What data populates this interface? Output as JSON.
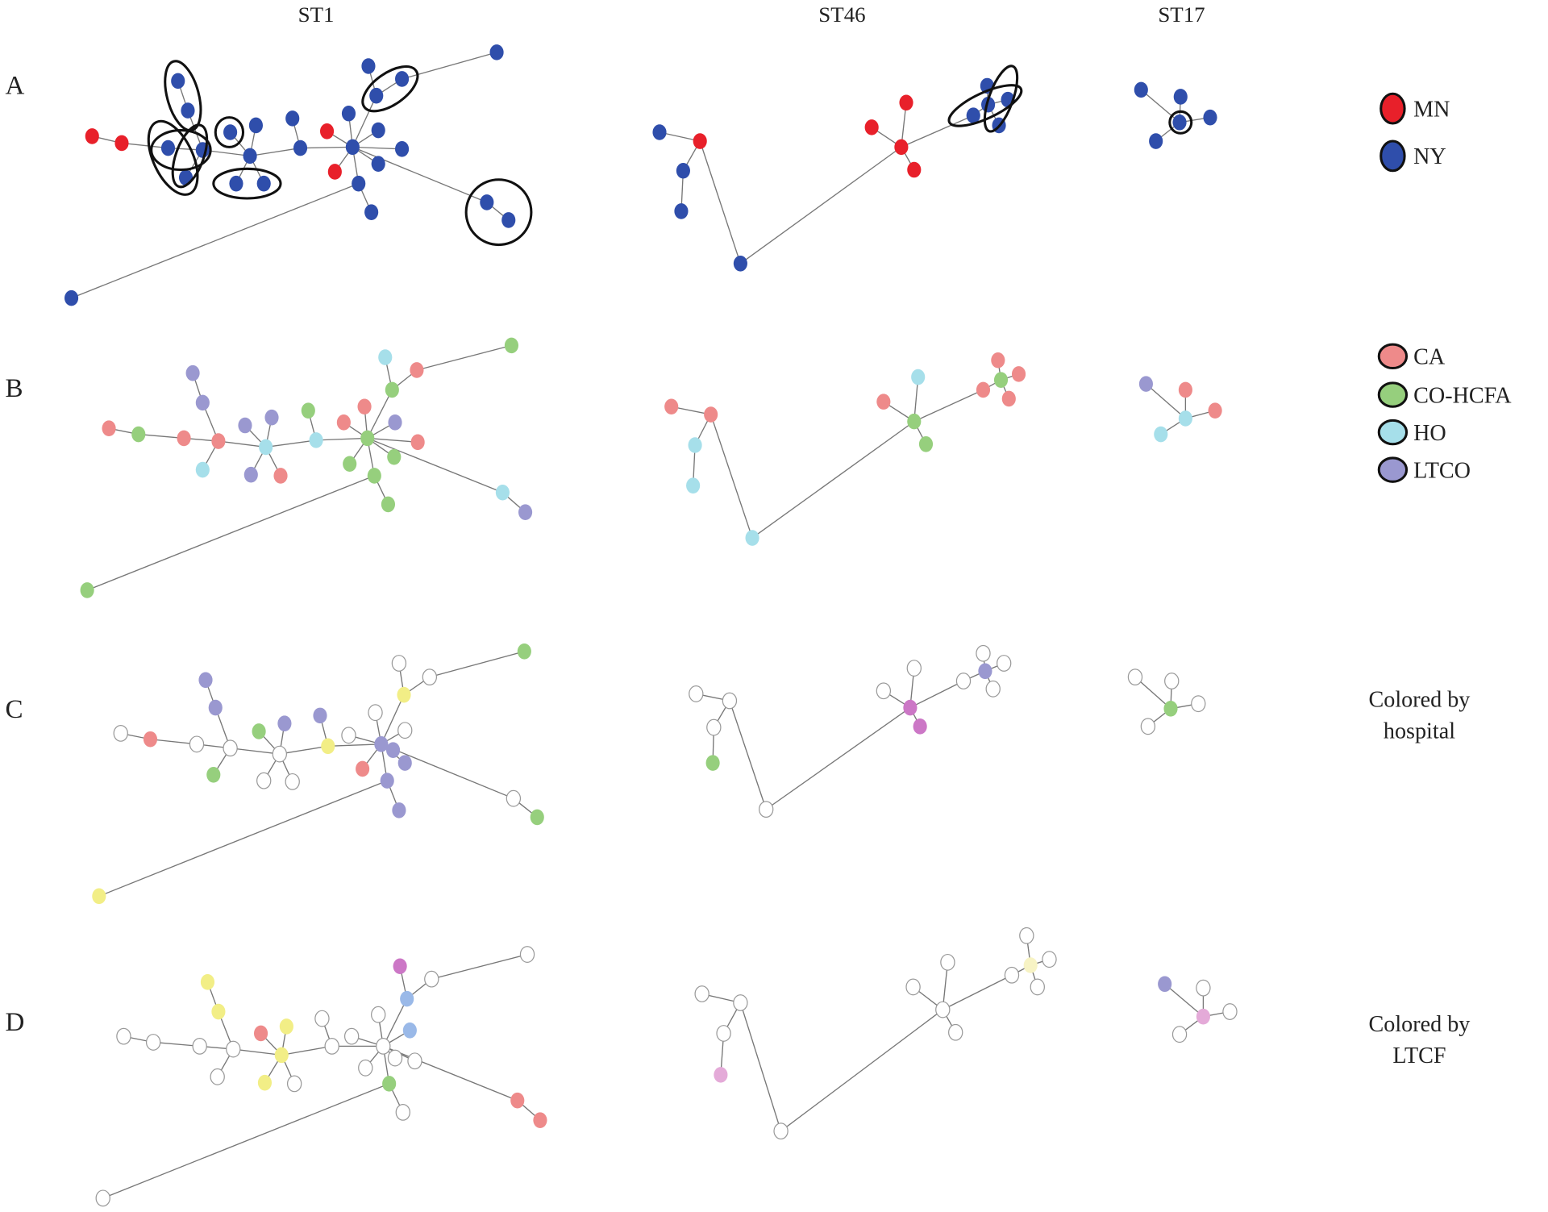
{
  "columns": [
    "ST1",
    "ST46",
    "ST17"
  ],
  "rows": [
    {
      "letter": "A",
      "caption": []
    },
    {
      "letter": "B",
      "caption": []
    },
    {
      "letter": "C",
      "caption": [
        "Colored by",
        "hospital"
      ]
    },
    {
      "letter": "D",
      "caption": [
        "Colored by",
        "LTCF"
      ]
    }
  ],
  "legends": [
    {
      "row": "A",
      "items": [
        {
          "label": "MN",
          "color": "#e8202a"
        },
        {
          "label": "NY",
          "color": "#2f4eab"
        }
      ]
    },
    {
      "row": "B",
      "items": [
        {
          "label": "CA",
          "color": "#ee8a8a"
        },
        {
          "label": "CO-HCFA",
          "color": "#96cf7d"
        },
        {
          "label": "HO",
          "color": "#a6dfea"
        },
        {
          "label": "LTCO",
          "color": "#9a98d0"
        }
      ]
    }
  ],
  "palette": {
    "blue": "#2f4eab",
    "red": "#e8202a",
    "ca": "#ee8a8a",
    "green": "#96cf7d",
    "ho": "#a6dfea",
    "ltco": "#9a98d0",
    "yellow": "#f2ee86",
    "magenta": "#cc77c6",
    "pink": "#e4aad8",
    "lightblue": "#9ab9e8",
    "paleyellow": "#f7f3c4",
    "white": "#ffffff"
  },
  "node_colors": {
    "ST1": {
      "A": [
        "blue",
        "blue",
        "blue",
        "blue",
        "blue",
        "blue",
        "blue",
        "blue",
        "blue",
        "blue",
        "blue",
        "blue",
        "red",
        "red",
        "blue",
        "blue",
        "blue",
        "blue",
        "blue",
        "blue",
        "blue",
        "blue",
        "blue",
        "blue",
        "blue",
        "blue",
        "red",
        "red",
        "blue",
        "blue"
      ],
      "B": [
        "green",
        "green",
        "green",
        "green",
        "green",
        "green",
        "ca",
        "ho",
        "ca",
        "ltco",
        "ca",
        "green",
        "green",
        "ca",
        "ho",
        "green",
        "ho",
        "ltco",
        "ltco",
        "ltco",
        "ca",
        "ca",
        "ca",
        "ho",
        "ltco",
        "ltco",
        "green",
        "ca",
        "ho",
        "ltco"
      ],
      "C": [
        "ltco",
        "yellow",
        "ltco",
        "ltco",
        "green",
        "yellow",
        "white",
        "white",
        "white",
        "white",
        "ltco",
        "ltco",
        "ca",
        "white",
        "yellow",
        "ltco",
        "white",
        "ltco",
        "green",
        "white",
        "white",
        "white",
        "white",
        "green",
        "ltco",
        "ltco",
        "ca",
        "white",
        "white",
        "green"
      ],
      "D": [
        "white",
        "white",
        "green",
        "white",
        "white",
        "lightblue",
        "white",
        "magenta",
        "white",
        "lightblue",
        "white",
        "white",
        "white",
        "white",
        "white",
        "white",
        "yellow",
        "yellow",
        "ca",
        "yellow",
        "white",
        "white",
        "white",
        "white",
        "yellow",
        "yellow",
        "white",
        "white",
        "ca",
        "ca"
      ]
    },
    "ST46": {
      "A": [
        "red",
        "blue",
        "blue",
        "blue",
        "blue",
        "red",
        "red",
        "red",
        "red",
        "blue",
        "blue",
        "blue",
        "blue",
        "blue"
      ],
      "B": [
        "ca",
        "ca",
        "ho",
        "ho",
        "ho",
        "green",
        "ho",
        "ca",
        "green",
        "ca",
        "ca",
        "ca",
        "ca",
        "green"
      ],
      "C": [
        "white",
        "white",
        "white",
        "green",
        "white",
        "magenta",
        "white",
        "white",
        "magenta",
        "white",
        "white",
        "white",
        "white",
        "ltco"
      ],
      "D": [
        "white",
        "white",
        "white",
        "pink",
        "white",
        "white",
        "white",
        "white",
        "white",
        "white",
        "white",
        "white",
        "white",
        "paleyellow"
      ]
    },
    "ST17": {
      "A": [
        "blue",
        "blue",
        "blue",
        "blue",
        "blue"
      ],
      "B": [
        "ltco",
        "ho",
        "ca",
        "ca",
        "ho"
      ],
      "C": [
        "white",
        "green",
        "white",
        "white",
        "white"
      ],
      "D": [
        "ltco",
        "pink",
        "white",
        "white",
        "white"
      ]
    }
  }
}
